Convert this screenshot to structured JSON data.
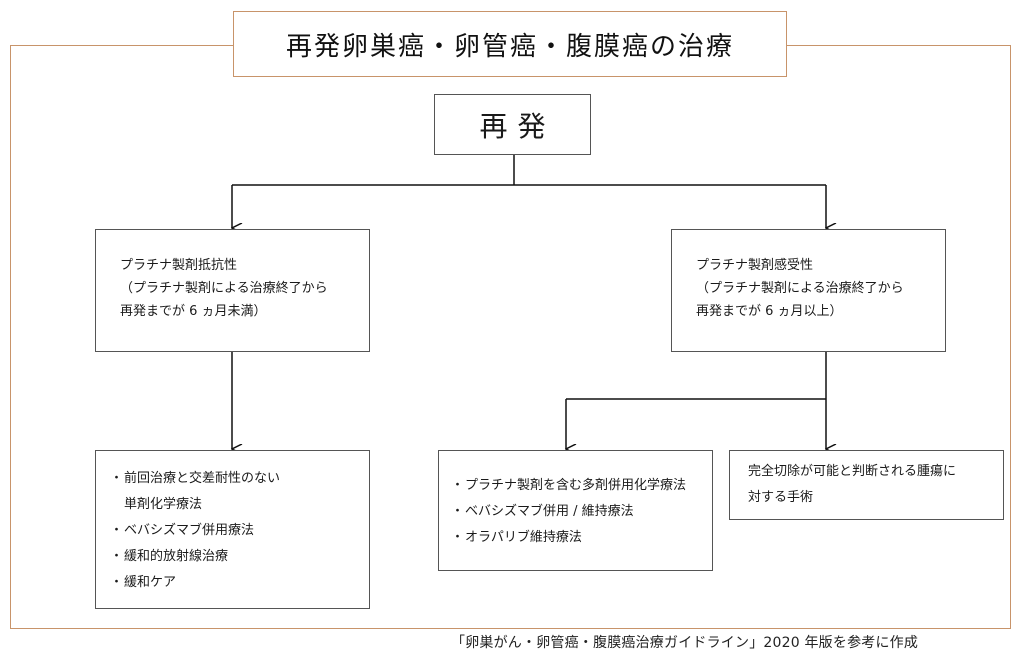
{
  "title": "再発卵巣癌・卵管癌・腹膜癌の治療",
  "start_node": "再発",
  "conditions": {
    "left": [
      "プラチナ製剤抵抗性",
      "（プラチナ製剤による治療終了から",
      "再発までが 6 ヵ月未満）"
    ],
    "right": [
      "プラチナ製剤感受性",
      "（プラチナ製剤による治療終了から",
      "再発までが 6 ヵ月以上）"
    ]
  },
  "treatments": {
    "left": [
      {
        "bullet": "・",
        "lines": [
          "前回治療と交差耐性のない",
          "単剤化学療法"
        ]
      },
      {
        "bullet": "・",
        "lines": [
          "ベバシズマブ併用療法"
        ]
      },
      {
        "bullet": "・",
        "lines": [
          "緩和的放射線治療"
        ]
      },
      {
        "bullet": "・",
        "lines": [
          "緩和ケア"
        ]
      }
    ],
    "middle": [
      {
        "bullet": "・",
        "lines": [
          "プラチナ製剤を含む多剤併用化学療法"
        ]
      },
      {
        "bullet": "・",
        "lines": [
          "ベバシズマブ併用 / 維持療法"
        ]
      },
      {
        "bullet": "・",
        "lines": [
          "オラパリブ維持療法"
        ]
      }
    ],
    "right": [
      "完全切除が可能と判断される腫瘍に",
      "対する手術"
    ]
  },
  "footer": "「卵巣がん・卵管癌・腹膜癌治療ガイドライン」2020 年版を参考に作成",
  "colors": {
    "frame": "#c8946a",
    "box_border": "#555555",
    "arrow": "#111111"
  }
}
